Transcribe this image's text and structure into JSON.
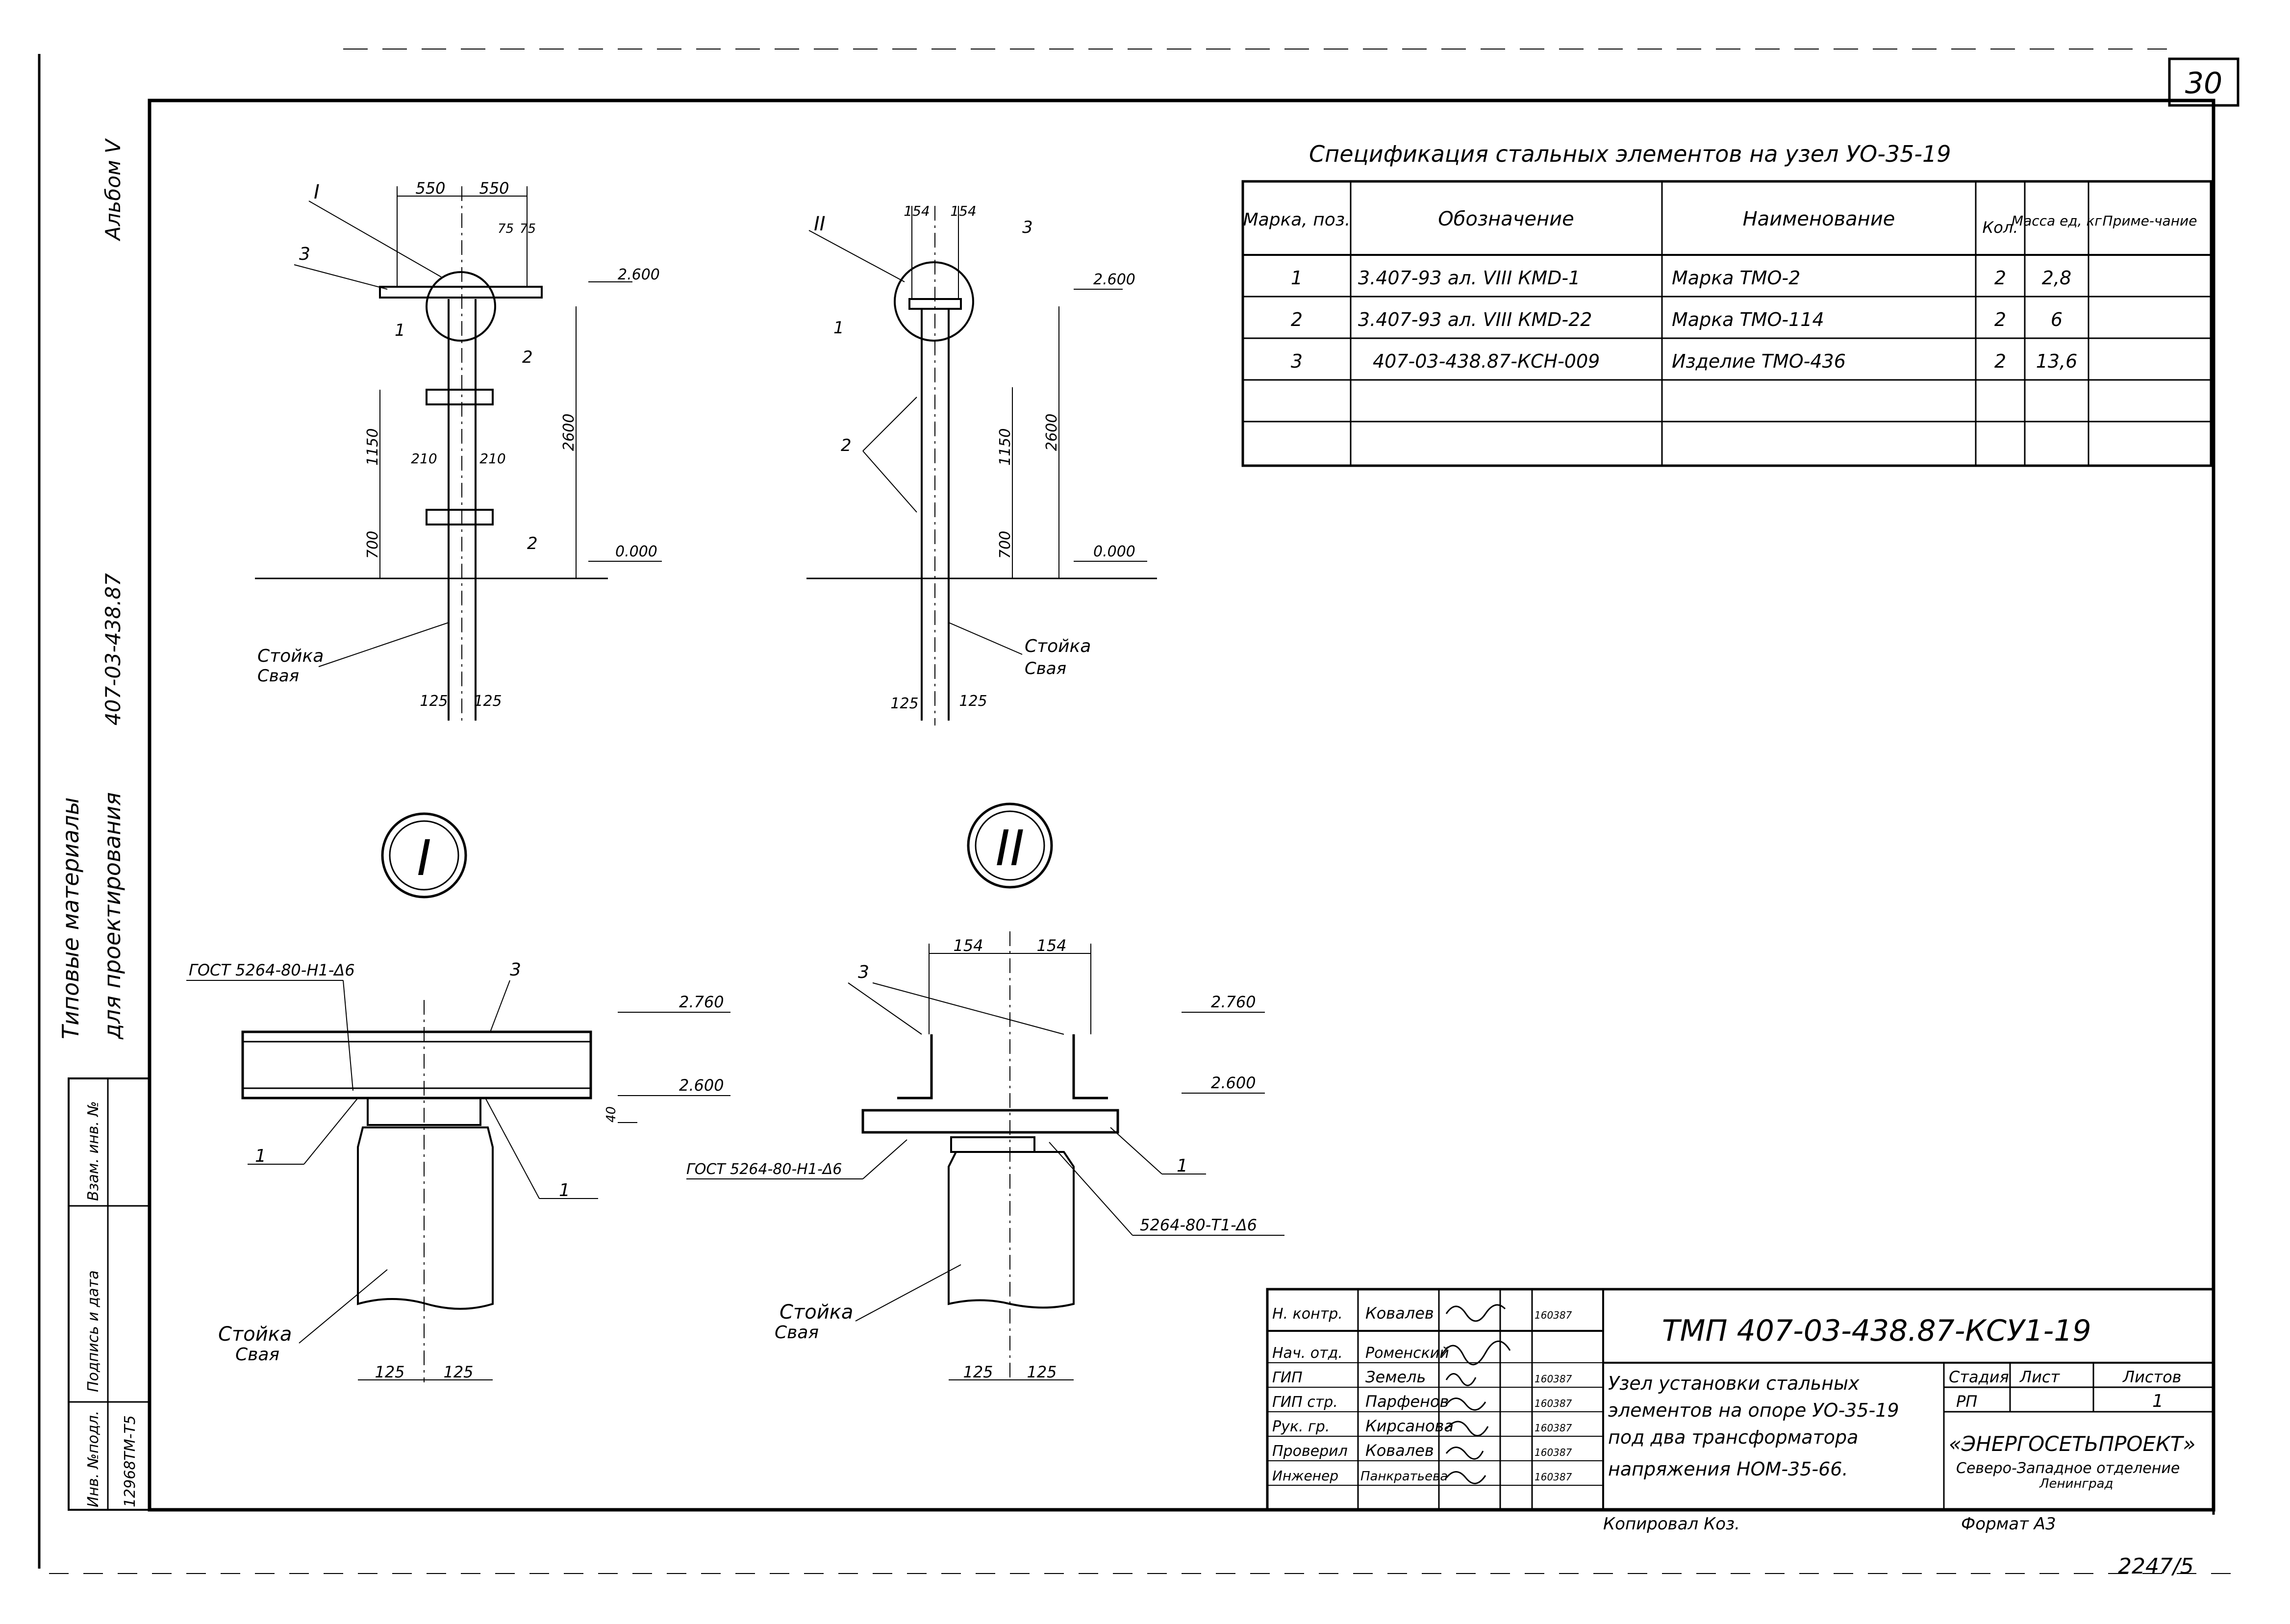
{
  "sheet": {
    "number": "30",
    "code": "ТМП 407-03-438.87-КСУ1-19",
    "title_lines": [
      "Узел установки стальных",
      "элементов на опоре УО-35-19",
      "под два трансформатора",
      "напряжения НОМ-35-66."
    ],
    "stage_header": "Стадия",
    "sheet_header": "Лист",
    "sheets_header": "Листов",
    "stage": "РП",
    "sheets_total": "1",
    "org_line1": "«ЭНЕРГОСЕТЬПРОЕКТ»",
    "org_line2": "Северо-Западное отделение",
    "org_line3": "Ленинград",
    "copied": "Копировал Коз.",
    "format": "Формат А3",
    "footer_number": "2247/5"
  },
  "left_margin": {
    "album": "Альбом V",
    "series": "407-03-438.87",
    "title_line1": "Типовые материалы",
    "title_line2": "для проектирования",
    "inv_orig_label": "Инв. №подл.",
    "inv_orig_value": "12968ТМ-Т5",
    "sign_date_label": "Подпись и дата",
    "inv_replace_label": "Взам. инв. №"
  },
  "signatures": [
    {
      "role": "Н. контр.",
      "name": "Ковалев",
      "date": "160387"
    },
    {
      "role": "Нач. отд.",
      "name": "Роменский",
      "date": ""
    },
    {
      "role": "ГИП",
      "name": "Земель",
      "date": "160387"
    },
    {
      "role": "ГИП стр.",
      "name": "Парфенов",
      "date": "160387"
    },
    {
      "role": "Рук. гр.",
      "name": "Кирсанова",
      "date": "160387"
    },
    {
      "role": "Проверил",
      "name": "Ковалев",
      "date": "160387"
    },
    {
      "role": "Инженер",
      "name": "Панкратьева",
      "date": "160387"
    }
  ],
  "spec": {
    "title": "Спецификация стальных элементов на узел УО-35-19",
    "headers": [
      "Марка, поз.",
      "Обозначение",
      "Наименование",
      "Кол.",
      "Масса ед, кг",
      "Приме-чание"
    ],
    "rows": [
      [
        "1",
        "3.407-93 ал. VIII КМD-1",
        "Марка ТМО-2",
        "2",
        "2,8",
        ""
      ],
      [
        "2",
        "3.407-93 ал. VIII КМD-22",
        "Марка ТМО-114",
        "2",
        "6",
        ""
      ],
      [
        "3",
        "407-03-438.87-КСН-009",
        "Изделие ТМО-436",
        "2",
        "13,6",
        ""
      ],
      [
        "",
        "",
        "",
        "",
        "",
        ""
      ],
      [
        "",
        "",
        "",
        "",
        "",
        ""
      ]
    ]
  },
  "view1": {
    "dims_top": [
      "550",
      "550"
    ],
    "dims_small": [
      "75",
      "75"
    ],
    "dims_mid": [
      "210",
      "210"
    ],
    "dim_1150": "1150",
    "dim_700": "700",
    "dim_2600": "2600",
    "lvl_top": "2.600",
    "lvl_ground": "0.000",
    "callout_I": "I",
    "pos3": "3",
    "pos1": "1",
    "pos2a": "2",
    "pos2b": "2",
    "post_label": "Стойка",
    "pile_label": "Свая",
    "dims_bottom": [
      "125",
      "125"
    ]
  },
  "view2": {
    "dims_top": [
      "154",
      "154"
    ],
    "dim_1150": "1150",
    "dim_700": "700",
    "dim_2600": "2600",
    "lvl_top": "2.600",
    "lvl_ground": "0.000",
    "callout_II": "II",
    "pos3": "3",
    "pos1": "1",
    "pos2": "2",
    "post_label": "Стойка",
    "pile_label": "Свая",
    "dims_bottom": [
      "125",
      "125"
    ]
  },
  "detail1": {
    "marker": "I",
    "weld": "ГОСТ 5264-80-Н1-Δ6",
    "pos3": "3",
    "pos1a": "1",
    "pos1b": "1",
    "lvl_top": "2.760",
    "lvl_mid": "2.600",
    "dim_40": "40",
    "post_label": "Стойка",
    "pile_label": "Свая",
    "dims_bottom": [
      "125",
      "125"
    ]
  },
  "detail2": {
    "marker": "II",
    "dims_top": [
      "154",
      "154"
    ],
    "pos3": "3",
    "pos1": "1",
    "weld1": "ГОСТ 5264-80-Н1-Δ6",
    "weld2": "5264-80-Т1-Δ6",
    "lvl_top": "2.760",
    "lvl_mid": "2.600",
    "post_label": "Стойка",
    "pile_label": "Свая",
    "dims_bottom": [
      "125",
      "125"
    ]
  }
}
